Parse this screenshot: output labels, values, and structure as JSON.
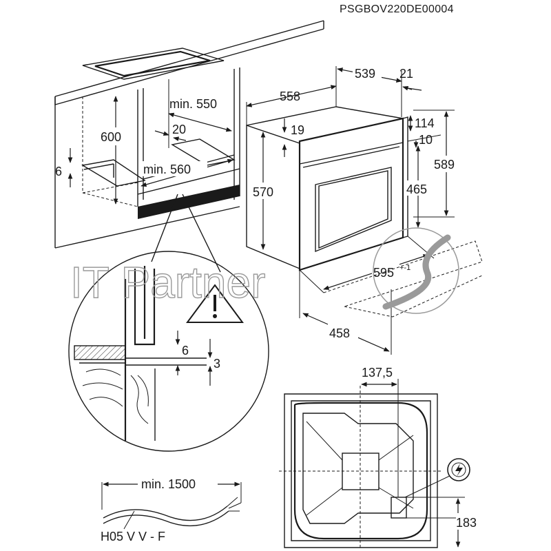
{
  "document_code": "PSGBOV220DE00004",
  "watermark": "IT Partner",
  "cabinet": {
    "height_600": "600",
    "depth_min_550": "min. 550",
    "gap_20": "20",
    "width_min_560": "min. 560",
    "side_6": "6"
  },
  "oven": {
    "width_558": "558",
    "depth_539": "539",
    "front_21": "21",
    "offset_19": "19",
    "height_570": "570",
    "top_114": "114",
    "top_10": "10",
    "door_465": "465",
    "total_589": "589",
    "front_595": "595",
    "front_595_tol": "+-1",
    "depth_458": "458"
  },
  "detail": {
    "gap_6": "6",
    "gap_3": "3"
  },
  "cable": {
    "length": "min. 1500",
    "type": "H05 V V - F"
  },
  "rear_view": {
    "offset_137_5": "137,5",
    "height_183": "183"
  },
  "icons": [
    "warning-triangle-icon",
    "electric-connection-icon"
  ]
}
